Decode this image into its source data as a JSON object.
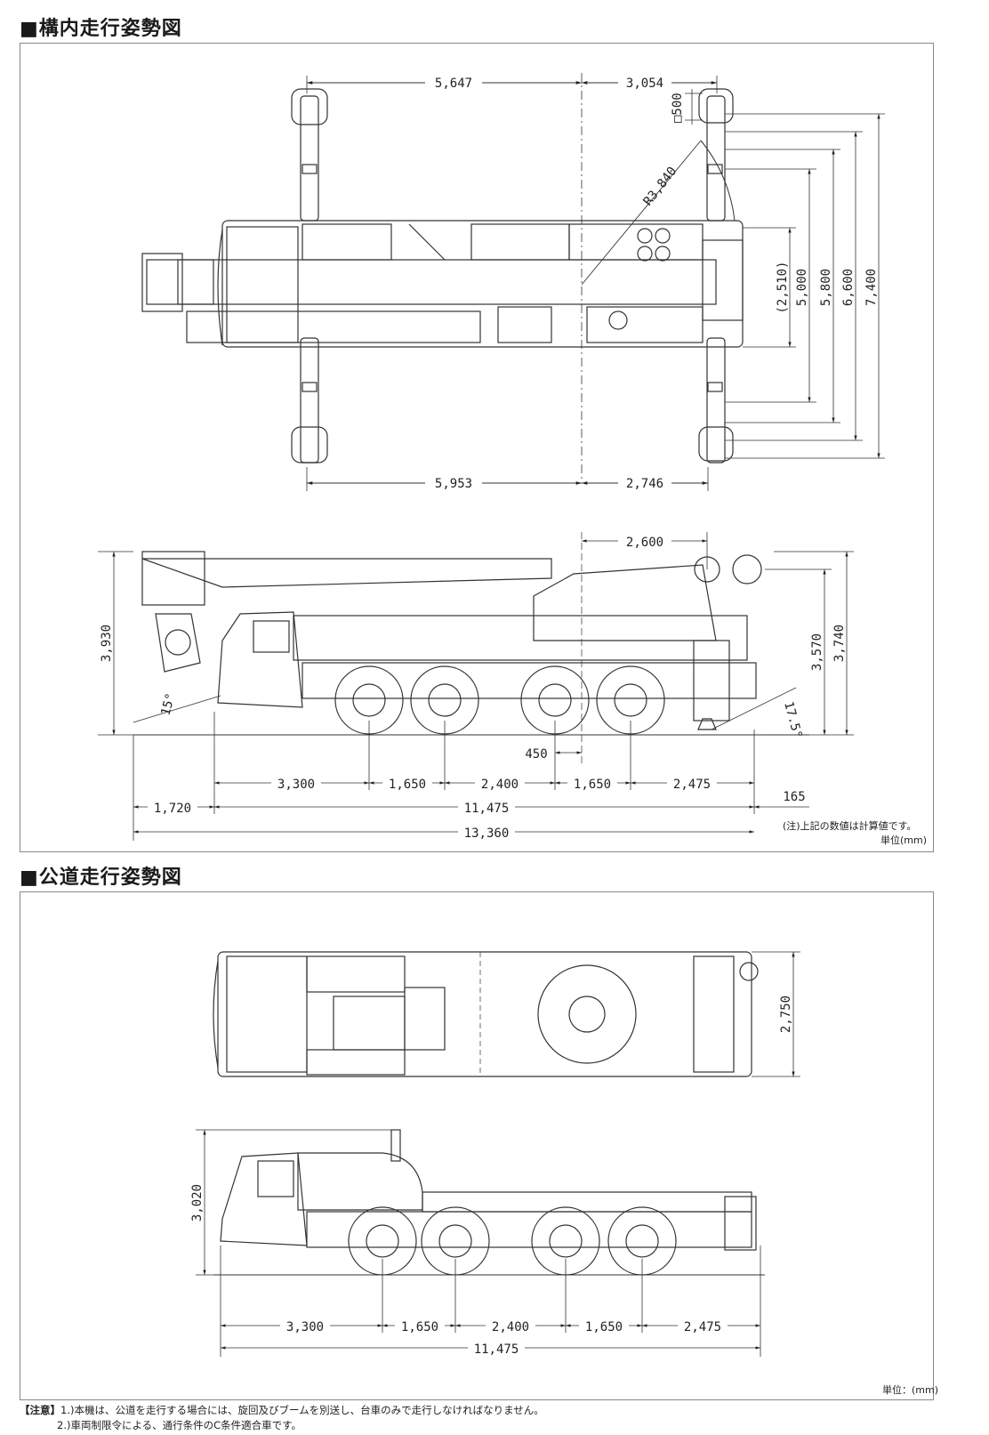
{
  "sections": {
    "yard_title": "■構内走行姿勢図",
    "road_title": "■公道走行姿勢図"
  },
  "yard_plan": {
    "top_left": "5,647",
    "top_right": "3,054",
    "bottom_left": "5,953",
    "bottom_right": "2,746",
    "box_500": "□500",
    "radius": "R3,840",
    "v1": "(2,510)",
    "v2": "5,000",
    "v3": "5,800",
    "v4": "6,600",
    "v5": "7,400"
  },
  "yard_side": {
    "height_total": "3,930",
    "height_r1": "3,570",
    "height_r2": "3,740",
    "top_2600": "2,600",
    "angle_front": "15°",
    "angle_rear": "17.5°",
    "d450": "450",
    "d3300": "3,300",
    "d1650a": "1,650",
    "d2400": "2,400",
    "d1650b": "1,650",
    "d2475": "2,475",
    "d1720": "1,720",
    "d11475": "11,475",
    "d165": "165",
    "d13360": "13,360",
    "note_calc": "(注)上記の数値は計算値です。",
    "unit": "単位(mm)"
  },
  "road_plan": {
    "width": "2,750"
  },
  "road_side": {
    "height": "3,020",
    "d3300": "3,300",
    "d1650a": "1,650",
    "d2400": "2,400",
    "d1650b": "1,650",
    "d2475": "2,475",
    "d11475": "11,475",
    "unit": "単位：(mm)"
  },
  "footer": {
    "label": "【注意】",
    "line1": "1.)本機は、公道を走行する場合には、旋回及びブームを別送し、台車のみで走行しなければなりません。",
    "line2": "2.)車両制限令による、通行条件のC条件適合車です。"
  }
}
